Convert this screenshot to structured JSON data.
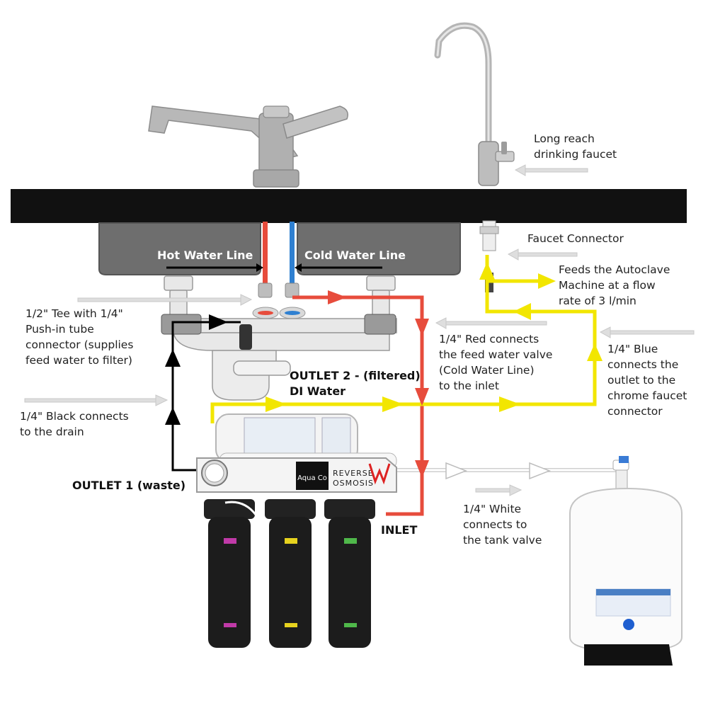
{
  "labels": {
    "long_reach_faucet": "Long reach\ndrinking faucet",
    "faucet_connector": "Faucet Connector",
    "autoclave": "Feeds the Autoclave\nMachine at a flow\nrate of 3 l/min",
    "hot_water_line": "Hot Water Line",
    "cold_water_line": "Cold Water Line",
    "tee_connector": "1/2\" Tee with 1/4\"\nPush-in tube\nconnector (supplies\nfeed water to filter)",
    "red_line": "1/4\" Red connects\nthe feed water valve\n(Cold Water Line)\nto the inlet",
    "blue_line": "1/4\" Blue\nconnects the\noutlet to the\nchrome faucet\nconnector",
    "outlet2": "OUTLET 2 - (filtered)\nDI Water",
    "black_line": "1/4\" Black connects\nto the drain",
    "outlet1": "OUTLET 1 (waste)",
    "inlet": "INLET",
    "white_line": "1/4\" White\nconnects to\nthe tank valve"
  },
  "unit_branding": {
    "brand": "Aqua Co",
    "product": "REVERSE\nOSMOSIS"
  },
  "colors": {
    "countertop": "#111111",
    "sink": "#6e6e6e",
    "hot_line": "#e74c3c",
    "cold_line": "#2f80d1",
    "feed_line_red": "#e74c3c",
    "outlet_line_yellow": "#f2e600",
    "drain_line_black": "#000000",
    "tank_line_white": "#ffffff",
    "pointer_arrow": "#d9d9d9",
    "filter_housing": "#1c1c1c"
  }
}
